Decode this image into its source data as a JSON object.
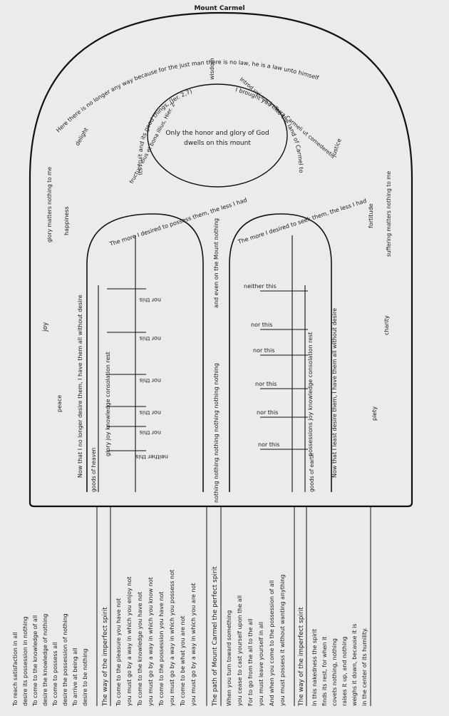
{
  "title": "Mount Carmel",
  "top_arc": "Here there is no longer any way because for the just man there is no law, he is a law unto himself",
  "center": {
    "line1": "Only the honor and glory of God",
    "line2": "dwells on this mount"
  },
  "ring": {
    "quote_left": "Its fruit and its good things, (Jer. 2,7)",
    "quote_right": "I brought you into the land of Carmel to eat",
    "latin_left": "fructum eius et bona illius, Hier. 2",
    "latin_right": "Introd uxi vos in Terra Carmeli ut comederetis"
  },
  "virtues": {
    "wisdom": "wisdom",
    "delight": "delight",
    "justice": "justice",
    "glory": "glory matters nothing to me",
    "happiness": "happiness",
    "joy": "joy",
    "peace": "peace",
    "fortitude": "fortitude",
    "suffering": "suffering matters nothing to me",
    "charity": "charity",
    "piety": "piety"
  },
  "left_path": {
    "header": "The more I desired to possess them, the less I had",
    "side": "Now that I no longer desire them, I have them all without desire",
    "goods": "goods of heaven",
    "items": "glory joy knowledge consolation rest",
    "nor": [
      "nor this",
      "nor this",
      "nor this",
      "nor this",
      "nor this",
      "neither this"
    ]
  },
  "middle_path": {
    "label": "and even on the Mount nothing",
    "nothing": "nothing nothing nothing nothing nothing nothing"
  },
  "right_path": {
    "header": "The more I desired to seek them, the less I had",
    "side": "Now that I least desire them, I have them all without desire",
    "goods": "goods of earth",
    "items": "possessions joy knowledge consolation rest",
    "nor": [
      "neither this",
      "nor this",
      "nor this",
      "nor this",
      "nor this",
      "nor this"
    ]
  },
  "bottom": {
    "col1": [
      "To reach satisfaction in all",
      "desire its possession in nothing",
      "To come to the knowledge of all",
      "desire the knowledge of nothing",
      "To come to possess all",
      "desire the possession of nothing",
      "To arrive at being all",
      "desire to be nothing"
    ],
    "col2_header": "The way of the imperfect spirit",
    "col3": [
      "To come to the pleasure you have not",
      "you must go by a way in which you enjoy not",
      "To come to the knowledge you have not",
      "you must go by a way in which you know not",
      "To come to the possession you have not",
      "you must go by a way in which you possess not",
      "To come to be what you are not",
      "you must go by a way in which you are not"
    ],
    "col4_header": "The path of Mount Carmel the perfect spirit",
    "col5": [
      "When you turn toward something",
      "you cease to cast yourself upon the all",
      "For to go from the all to the all",
      "you must leave yourself in all",
      "And when you come to the possession of all",
      "you must possess it without wanting anything"
    ],
    "col6_header": "The way of the imperfect spirit",
    "col7": [
      "In this nakedness the spirit",
      "finds its rest, for when it",
      "covets nothing, nothing",
      "raises it up, and nothing",
      "weighs it down, because it is",
      "in the center of its humility."
    ]
  }
}
